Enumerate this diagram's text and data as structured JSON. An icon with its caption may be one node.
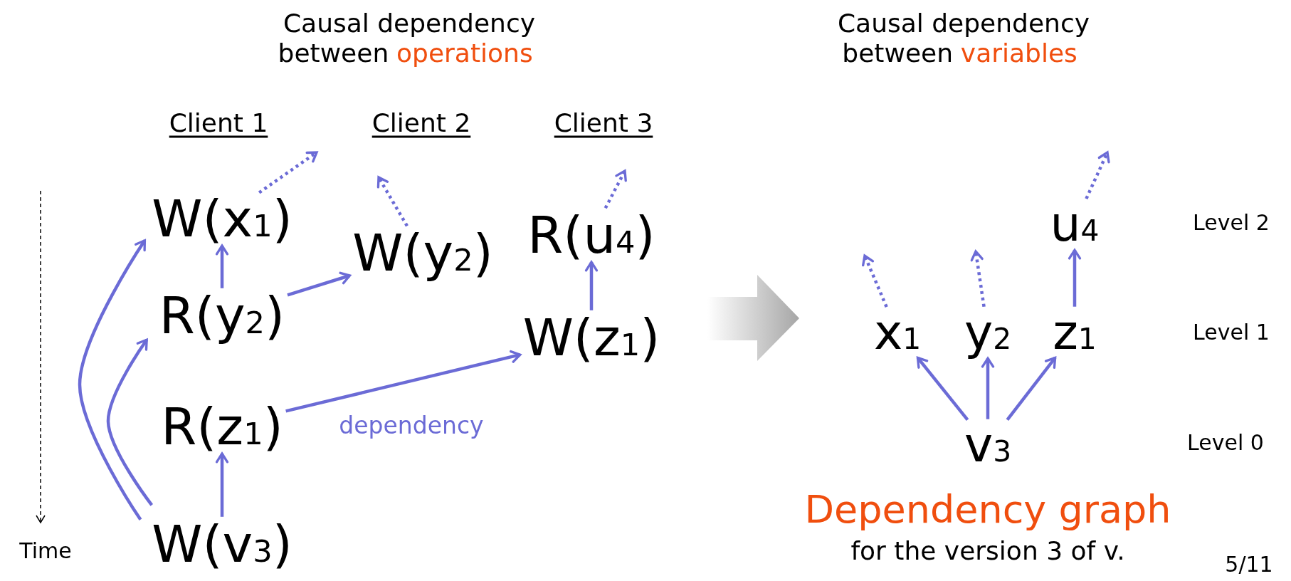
{
  "diagram": {
    "nodes": [
      {
        "text": [
          "W(x$_{1}$)"
        ]
      },
      {
        "text": [
          "W(y$_{2}$)"
        ]
      },
      {
        "text": [
          "R(u$_{4}$)"
        ]
      },
      {
        "text": [
          "R(y$_{2}$)"
        ]
      },
      {
        "text": [
          "W(z$_{1}$)"
        ]
      },
      {
        "text": [
          "R(z$_{1}$)"
        ]
      },
      {
        "text": [
          "W(v$_{3}$)"
        ]
      },
      {
        "text": [
          "u$_{4}$"
        ]
      },
      {
        "text": [
          "x$_{1}$"
        ]
      },
      {
        "text": [
          "y$_{2}$"
        ]
      },
      {
        "text": [
          "z$_{1}$"
        ]
      },
      {
        "text": [
          "v$_{3}$"
        ]
      }
    ],
    "edges": [
      {
        "from": 3,
        "to": 0,
        "arrow": "to"
      },
      {
        "from": 6,
        "to": 0,
        "arrow": "to"
      },
      {
        "from": 6,
        "to": 3,
        "arrow": "to"
      },
      {
        "from": 3,
        "to": 1,
        "arrow": "to"
      },
      {
        "from": 5,
        "to": 4,
        "arrow": "to",
        "label": "dependency"
      },
      {
        "from": 4,
        "to": 2,
        "arrow": "to"
      },
      {
        "from": 6,
        "to": 5,
        "arrow": "to"
      },
      {
        "from": 0,
        "to": null,
        "arrow": "to",
        "style": "dashed"
      },
      {
        "from": 1,
        "to": null,
        "arrow": "to",
        "style": "dashed"
      },
      {
        "from": 2,
        "to": null,
        "arrow": "to",
        "style": "dashed"
      },
      {
        "from": 11,
        "to": 8,
        "arrow": "to"
      },
      {
        "from": 11,
        "to": 9,
        "arrow": "to"
      },
      {
        "from": 11,
        "to": 10,
        "arrow": "to"
      },
      {
        "from": 10,
        "to": 7,
        "arrow": "to"
      },
      {
        "from": 8,
        "to": null,
        "arrow": "to",
        "style": "dashed"
      },
      {
        "from": 9,
        "to": null,
        "arrow": "to",
        "style": "dashed"
      },
      {
        "from": 7,
        "to": null,
        "arrow": "to",
        "style": "dashed"
      }
    ],
    "labels": [
      "Causal dependency between",
      "operations",
      "Causal dependency between",
      "variables",
      "Client 1",
      "Client 2",
      "Client 3",
      "Level 2",
      "Level 1",
      "Level 0",
      "Time",
      "Dependency graph",
      "for the version 3 of v.",
      "5/11"
    ]
  }
}
